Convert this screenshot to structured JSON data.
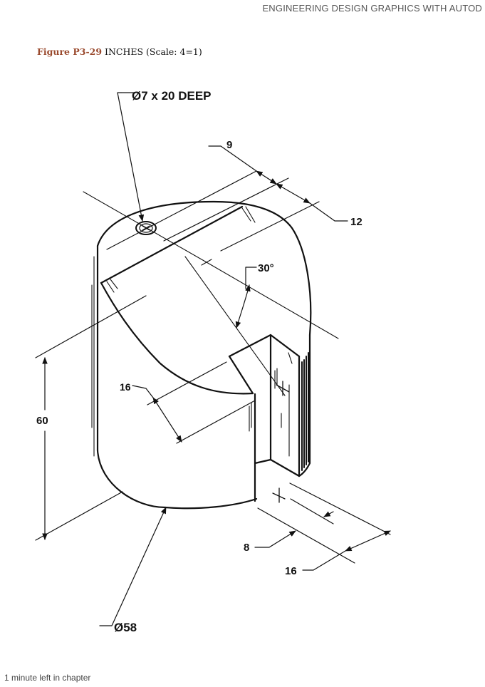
{
  "header": {
    "book_title": "ENGINEERING DESIGN GRAPHICS WITH AUTOD"
  },
  "caption": {
    "figure_number": "Figure P3-29",
    "units_scale": "INCHES (Scale: 4=1)"
  },
  "drawing": {
    "dimensions": {
      "hole": "Ø7 x 20 DEEP",
      "slot_width_top": "9",
      "flat_offset": "12",
      "angle": "30°",
      "slot_depth": "16",
      "height": "60",
      "slot_width_bottom": "8",
      "slot_length_bottom": "16",
      "diameter": "Ø58"
    }
  },
  "footer": {
    "reading_time": "1 minute left in chapter"
  }
}
